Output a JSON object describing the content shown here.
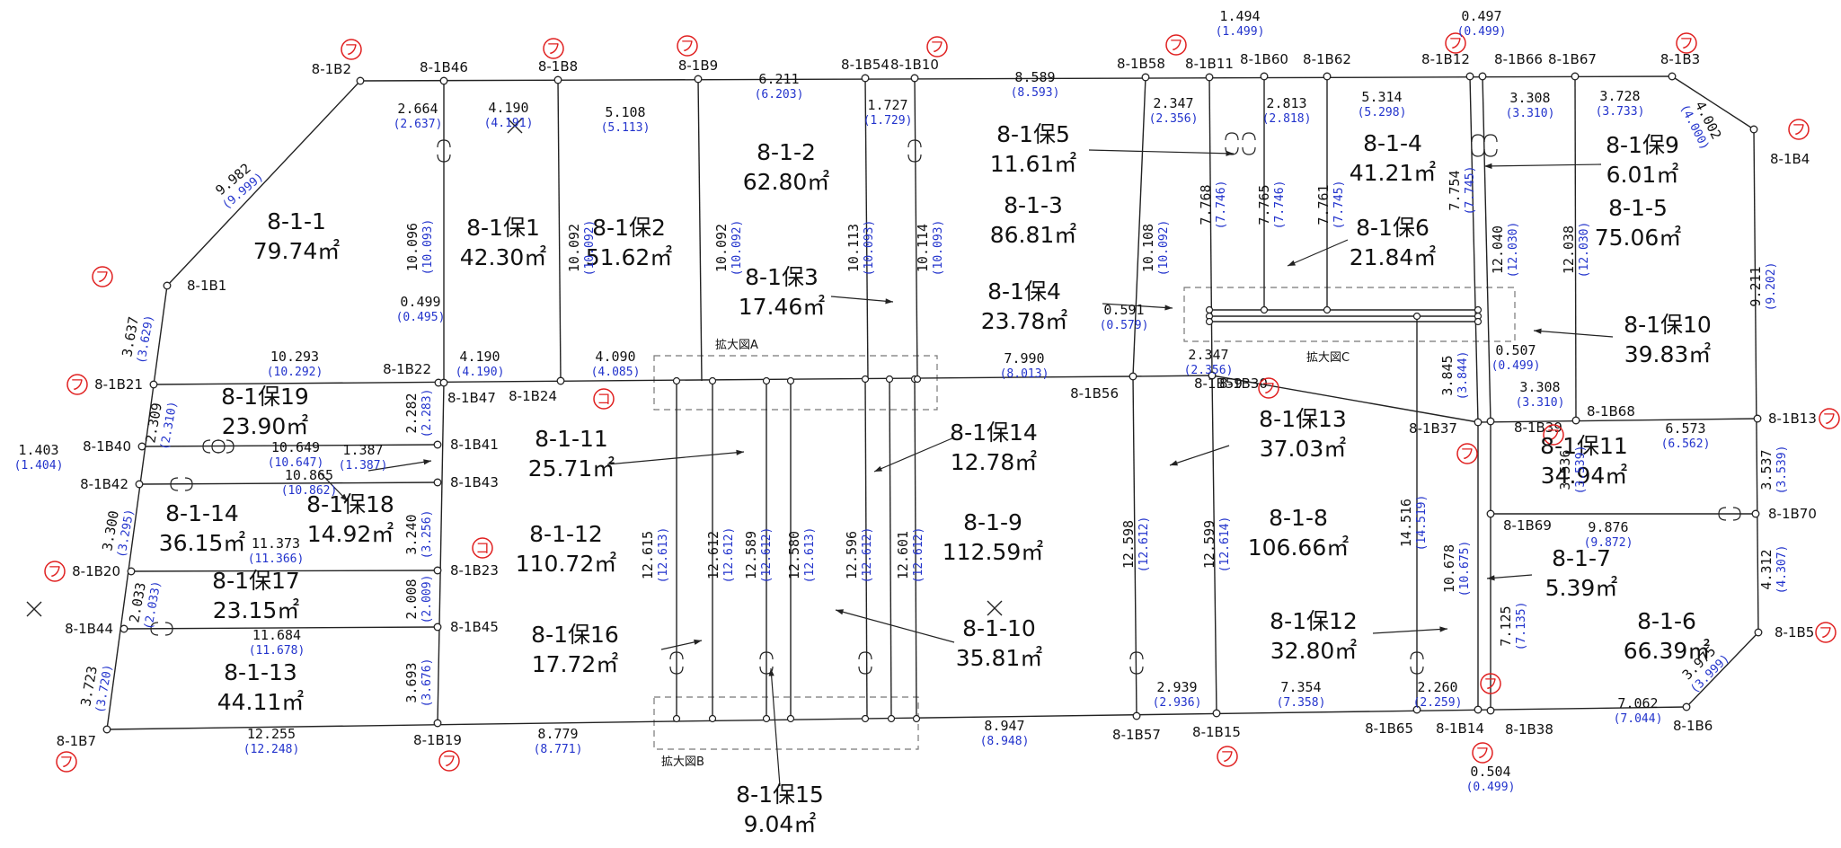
{
  "colors": {
    "line": "#222222",
    "blue": "#2233cc",
    "marker": "#e02020",
    "dash": "#777777"
  },
  "marker_symbols": {
    "fu": "フ",
    "ko": "コ"
  },
  "points": [
    {
      "id": "p_B2",
      "label": "8-1B2",
      "mark": "fu"
    },
    {
      "id": "p_B46",
      "label": "8-1B46"
    },
    {
      "id": "p_B8",
      "label": "8-1B8",
      "mark": "fu"
    },
    {
      "id": "p_B9",
      "label": "8-1B9",
      "mark": "fu"
    },
    {
      "id": "p_B54",
      "label": "8-1B54"
    },
    {
      "id": "p_B10",
      "label": "8-1B10",
      "mark": "fu"
    },
    {
      "id": "p_B58",
      "label": "8-1B58"
    },
    {
      "id": "p_B11",
      "label": "8-1B11",
      "mark": "fu"
    },
    {
      "id": "p_B60",
      "label": "8-1B60"
    },
    {
      "id": "p_B62",
      "label": "8-1B62"
    },
    {
      "id": "p_B12",
      "label": "8-1B12",
      "mark": "fu"
    },
    {
      "id": "p_B66",
      "label": "8-1B66"
    },
    {
      "id": "p_B67",
      "label": "8-1B67"
    },
    {
      "id": "p_B3",
      "label": "8-1B3",
      "mark": "fu"
    },
    {
      "id": "p_B4",
      "label": "8-1B4",
      "mark": "fu"
    },
    {
      "id": "p_B1",
      "label": "8-1B1",
      "mark": "fu"
    },
    {
      "id": "p_B21",
      "label": "8-1B21",
      "mark": "fu"
    },
    {
      "id": "p_B22",
      "label": "8-1B22"
    },
    {
      "id": "p_B47",
      "label": "8-1B47"
    },
    {
      "id": "p_B24",
      "label": "8-1B24",
      "mark": "ko"
    },
    {
      "id": "p_B56",
      "label": "8-1B56"
    },
    {
      "id": "p_B59",
      "label": "8-1B59"
    },
    {
      "id": "p_B30",
      "label": "8-1B30",
      "mark": "fu"
    },
    {
      "id": "p_B40",
      "label": "8-1B40"
    },
    {
      "id": "p_B41",
      "label": "8-1B41"
    },
    {
      "id": "p_B42",
      "label": "8-1B42"
    },
    {
      "id": "p_B43",
      "label": "8-1B43"
    },
    {
      "id": "p_B20",
      "label": "8-1B20",
      "mark": "fu"
    },
    {
      "id": "p_B23",
      "label": "8-1B23",
      "mark": "ko"
    },
    {
      "id": "p_B44",
      "label": "8-1B44"
    },
    {
      "id": "p_B45",
      "label": "8-1B45"
    },
    {
      "id": "p_B7",
      "label": "8-1B7",
      "mark": "fu"
    },
    {
      "id": "p_B19",
      "label": "8-1B19",
      "mark": "fu"
    },
    {
      "id": "p_B57",
      "label": "8-1B57"
    },
    {
      "id": "p_B15",
      "label": "8-1B15",
      "mark": "fu"
    },
    {
      "id": "p_B65",
      "label": "8-1B65"
    },
    {
      "id": "p_B14",
      "label": "8-1B14",
      "mark": "fu"
    },
    {
      "id": "p_B38",
      "label": "8-1B38",
      "mark": "fu"
    },
    {
      "id": "p_B6",
      "label": "8-1B6"
    },
    {
      "id": "p_B5",
      "label": "8-1B5",
      "mark": "fu"
    },
    {
      "id": "p_B37",
      "label": "8-1B37",
      "mark": "fu"
    },
    {
      "id": "p_B39",
      "label": "8-1B39",
      "mark": "fu"
    },
    {
      "id": "p_B68",
      "label": "8-1B68"
    },
    {
      "id": "p_B13",
      "label": "8-1B13",
      "mark": "fu"
    },
    {
      "id": "p_B69",
      "label": "8-1B69"
    },
    {
      "id": "p_B70",
      "label": "8-1B70"
    }
  ],
  "parcels": [
    {
      "id": "pc1",
      "name": "8-1-1",
      "area": "79.74㎡"
    },
    {
      "id": "pc2",
      "name": "8-1保1",
      "area": "42.30㎡"
    },
    {
      "id": "pc3",
      "name": "8-1保2",
      "area": "51.62㎡"
    },
    {
      "id": "pc4",
      "name": "8-1-2",
      "area": "62.80㎡"
    },
    {
      "id": "pc5",
      "name": "8-1保3",
      "area": "17.46㎡"
    },
    {
      "id": "pc6",
      "name": "8-1保5",
      "area": "11.61㎡"
    },
    {
      "id": "pc7",
      "name": "8-1-3",
      "area": "86.81㎡"
    },
    {
      "id": "pc8",
      "name": "8-1保4",
      "area": "23.78㎡"
    },
    {
      "id": "pc9",
      "name": "8-1-4",
      "area": "41.21㎡"
    },
    {
      "id": "pc10",
      "name": "8-1保6",
      "area": "21.84㎡"
    },
    {
      "id": "pc11",
      "name": "8-1保9",
      "area": "6.01㎡"
    },
    {
      "id": "pc12",
      "name": "8-1-5",
      "area": "75.06㎡"
    },
    {
      "id": "pc13",
      "name": "8-1保10",
      "area": "39.83㎡"
    },
    {
      "id": "pc14",
      "name": "8-1保19",
      "area": "23.90㎡"
    },
    {
      "id": "pc15",
      "name": "8-1-11",
      "area": "25.71㎡"
    },
    {
      "id": "pc16",
      "name": "8-1保14",
      "area": "12.78㎡"
    },
    {
      "id": "pc17",
      "name": "8-1保13",
      "area": "37.03㎡"
    },
    {
      "id": "pc18",
      "name": "8-1-14",
      "area": "36.15㎡"
    },
    {
      "id": "pc19",
      "name": "8-1保18",
      "area": "14.92㎡"
    },
    {
      "id": "pc20",
      "name": "8-1-12",
      "area": "110.72㎡"
    },
    {
      "id": "pc21",
      "name": "8-1-9",
      "area": "112.59㎡"
    },
    {
      "id": "pc22",
      "name": "8-1-8",
      "area": "106.66㎡"
    },
    {
      "id": "pc23",
      "name": "8-1保11",
      "area": "34.94㎡"
    },
    {
      "id": "pc24",
      "name": "8-1保17",
      "area": "23.15㎡"
    },
    {
      "id": "pc25",
      "name": "8-1-7",
      "area": "5.39㎡"
    },
    {
      "id": "pc26",
      "name": "8-1保16",
      "area": "17.72㎡"
    },
    {
      "id": "pc27",
      "name": "8-1-10",
      "area": "35.81㎡"
    },
    {
      "id": "pc28",
      "name": "8-1保12",
      "area": "32.80㎡"
    },
    {
      "id": "pc29",
      "name": "8-1-6",
      "area": "66.39㎡"
    },
    {
      "id": "pc30",
      "name": "8-1-13",
      "area": "44.11㎡"
    },
    {
      "id": "pc31",
      "name": "8-1保15",
      "area": "9.04㎡"
    }
  ],
  "dimensions": [
    {
      "id": "d1",
      "k": "2.664",
      "b": "(2.637)"
    },
    {
      "id": "d2",
      "k": "4.190",
      "b": "(4.191)"
    },
    {
      "id": "d3",
      "k": "5.108",
      "b": "(5.113)"
    },
    {
      "id": "d4",
      "k": "6.211",
      "b": "(6.203)"
    },
    {
      "id": "d5",
      "k": "1.727",
      "b": "(1.729)"
    },
    {
      "id": "d6",
      "k": "8.589",
      "b": "(8.593)"
    },
    {
      "id": "d7",
      "k": "2.347",
      "b": "(2.356)"
    },
    {
      "id": "d8",
      "k": "1.494",
      "b": "(1.499)"
    },
    {
      "id": "d9",
      "k": "2.813",
      "b": "(2.818)"
    },
    {
      "id": "d10",
      "k": "5.314",
      "b": "(5.298)"
    },
    {
      "id": "d11",
      "k": "0.497",
      "b": "(0.499)"
    },
    {
      "id": "d12",
      "k": "3.308",
      "b": "(3.310)"
    },
    {
      "id": "d13",
      "k": "3.728",
      "b": "(3.733)"
    },
    {
      "id": "d14",
      "k": "4.002",
      "b": "(4.000)"
    },
    {
      "id": "d15",
      "k": "9.982",
      "b": "(9.999)"
    },
    {
      "id": "d16",
      "k": "10.096",
      "b": "(10.093)"
    },
    {
      "id": "d17",
      "k": "10.092",
      "b": "(10.092)"
    },
    {
      "id": "d18",
      "k": "10.092",
      "b": "(10.092)"
    },
    {
      "id": "d19",
      "k": "10.113",
      "b": "(10.093)"
    },
    {
      "id": "d20",
      "k": "10.114",
      "b": "(10.093)"
    },
    {
      "id": "d21",
      "k": "10.108",
      "b": "(10.092)"
    },
    {
      "id": "d22",
      "k": "7.768",
      "b": "(7.746)"
    },
    {
      "id": "d23",
      "k": "7.765",
      "b": "(7.746)"
    },
    {
      "id": "d24",
      "k": "7.761",
      "b": "(7.745)"
    },
    {
      "id": "d25",
      "k": "7.754",
      "b": "(7.745)"
    },
    {
      "id": "d26",
      "k": "12.040",
      "b": "(12.030)"
    },
    {
      "id": "d27",
      "k": "12.038",
      "b": "(12.030)"
    },
    {
      "id": "d28",
      "k": "9.211",
      "b": "(9.202)"
    },
    {
      "id": "d29",
      "k": "3.637",
      "b": "(3.629)"
    },
    {
      "id": "d30",
      "k": "0.499",
      "b": "(0.495)"
    },
    {
      "id": "d31",
      "k": "10.293",
      "b": "(10.292)"
    },
    {
      "id": "d32",
      "k": "4.190",
      "b": "(4.190)"
    },
    {
      "id": "d33",
      "k": "4.090",
      "b": "(4.085)"
    },
    {
      "id": "d34",
      "k": "7.990",
      "b": "(8.013)"
    },
    {
      "id": "d35",
      "k": "0.591",
      "b": "(0.579)"
    },
    {
      "id": "d36",
      "k": "2.347",
      "b": "(2.356)"
    },
    {
      "id": "d37",
      "k": "3.845",
      "b": "(3.844)"
    },
    {
      "id": "d38",
      "k": "0.507",
      "b": "(0.499)"
    },
    {
      "id": "d39",
      "k": "3.308",
      "b": "(3.310)"
    },
    {
      "id": "d40",
      "k": "2.309",
      "b": "(2.310)"
    },
    {
      "id": "d41",
      "k": "2.282",
      "b": "(2.283)"
    },
    {
      "id": "d42",
      "k": "1.403",
      "b": "(1.404)"
    },
    {
      "id": "d43",
      "k": "10.649",
      "b": "(10.647)"
    },
    {
      "id": "d44",
      "k": "1.387",
      "b": "(1.387)"
    },
    {
      "id": "d45",
      "k": "10.865",
      "b": "(10.862)"
    },
    {
      "id": "d46",
      "k": "3.300",
      "b": "(3.295)"
    },
    {
      "id": "d47",
      "k": "3.240",
      "b": "(3.256)"
    },
    {
      "id": "d48",
      "k": "11.373",
      "b": "(11.366)"
    },
    {
      "id": "d49",
      "k": "2.008",
      "b": "(2.009)"
    },
    {
      "id": "d50",
      "k": "2.033",
      "b": "(2.033)"
    },
    {
      "id": "d51",
      "k": "11.684",
      "b": "(11.678)"
    },
    {
      "id": "d52",
      "k": "3.723",
      "b": "(3.720)"
    },
    {
      "id": "d53",
      "k": "3.693",
      "b": "(3.676)"
    },
    {
      "id": "d54",
      "k": "12.255",
      "b": "(12.248)"
    },
    {
      "id": "d55",
      "k": "8.779",
      "b": "(8.771)"
    },
    {
      "id": "d56",
      "k": "8.947",
      "b": "(8.948)"
    },
    {
      "id": "d57",
      "k": "2.939",
      "b": "(2.936)"
    },
    {
      "id": "d58",
      "k": "7.354",
      "b": "(7.358)"
    },
    {
      "id": "d59",
      "k": "2.260",
      "b": "(2.259)"
    },
    {
      "id": "d60",
      "k": "0.504",
      "b": "(0.499)"
    },
    {
      "id": "d61",
      "k": "7.062",
      "b": "(7.044)"
    },
    {
      "id": "d62",
      "k": "3.975",
      "b": "(3.999)"
    },
    {
      "id": "d63",
      "k": "4.312",
      "b": "(4.307)"
    },
    {
      "id": "d64",
      "k": "6.573",
      "b": "(6.562)"
    },
    {
      "id": "d65",
      "k": "3.536",
      "b": "(3.539)"
    },
    {
      "id": "d66",
      "k": "3.537",
      "b": "(3.539)"
    },
    {
      "id": "d67",
      "k": "9.876",
      "b": "(9.872)"
    },
    {
      "id": "d68",
      "k": "10.678",
      "b": "(10.675)"
    },
    {
      "id": "d69",
      "k": "7.125",
      "b": "(7.135)"
    },
    {
      "id": "d70",
      "k": "14.516",
      "b": "(14.519)"
    },
    {
      "id": "d71",
      "k": "12.599",
      "b": "(12.614)"
    },
    {
      "id": "d72",
      "k": "12.598",
      "b": "(12.612)"
    },
    {
      "id": "d73",
      "k": "12.615",
      "b": "(12.613)"
    },
    {
      "id": "d74",
      "k": "12.612",
      "b": "(12.612)"
    },
    {
      "id": "d75",
      "k": "12.589",
      "b": "(12.612)"
    },
    {
      "id": "d76",
      "k": "12.580",
      "b": "(12.613)"
    },
    {
      "id": "d77",
      "k": "12.596",
      "b": "(12.612)"
    },
    {
      "id": "d78",
      "k": "12.601",
      "b": "(12.612)"
    }
  ],
  "insets": [
    {
      "id": "inA",
      "label": "拡大図A"
    },
    {
      "id": "inB",
      "label": "拡大図B"
    },
    {
      "id": "inC",
      "label": "拡大図C"
    }
  ]
}
